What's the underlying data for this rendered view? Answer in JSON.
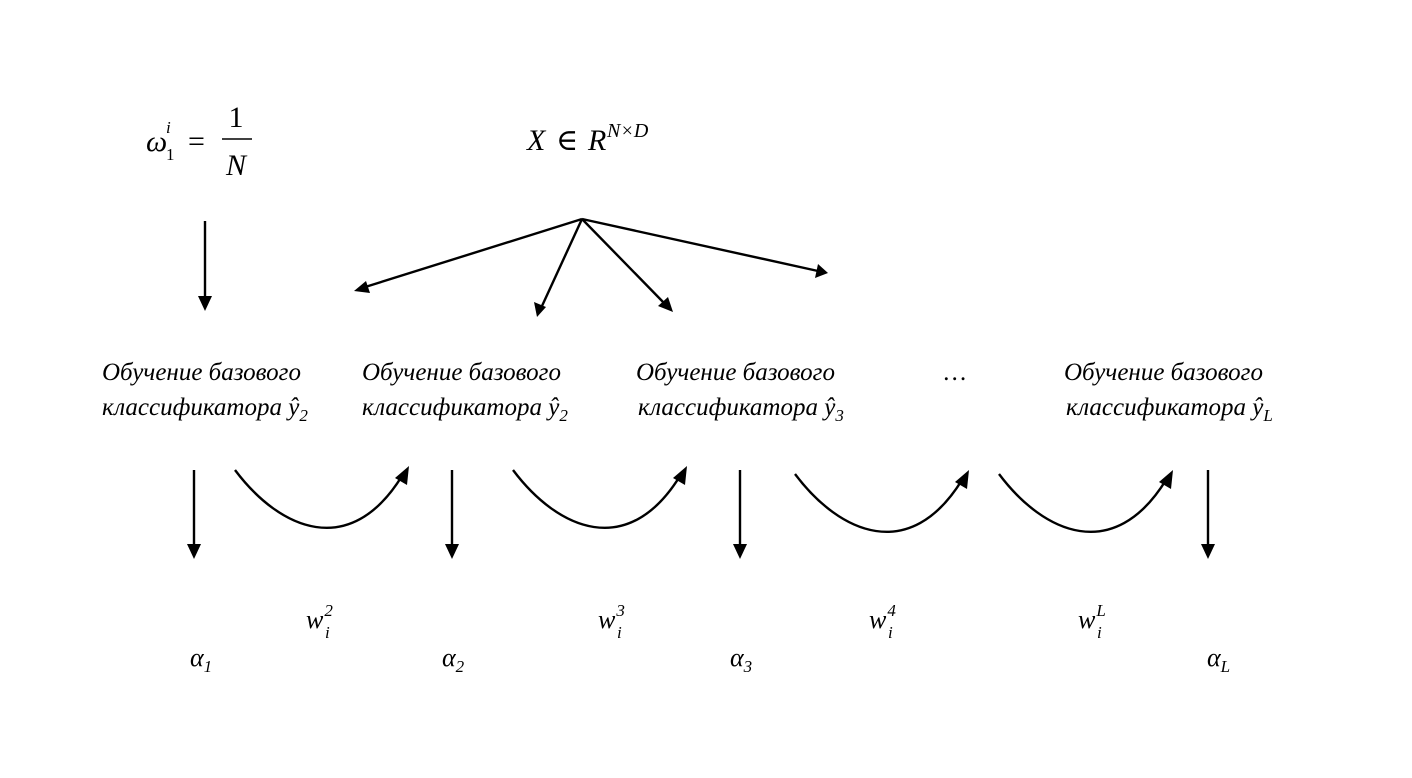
{
  "init_weight": {
    "symbol": "ω",
    "sub": "1",
    "sup": "i",
    "eq": "=",
    "numerator": "1",
    "denominator": "N"
  },
  "input_data": {
    "var": "X",
    "rel": "∈",
    "space": "R",
    "sup": "N×D"
  },
  "blocks": [
    {
      "line1": "Обучение базового",
      "line2": "классификатора",
      "hat": "ŷ",
      "sub": "2"
    },
    {
      "line1": "Обучение базового",
      "line2": "классификатора",
      "hat": "ŷ",
      "sub": "2"
    },
    {
      "line1": "Обучение базового",
      "line2": "классификатора",
      "hat": "ŷ",
      "sub": "3"
    },
    {
      "line1": "Обучение базового",
      "line2": "классификатора",
      "hat": "ŷ",
      "sub": "L"
    }
  ],
  "ellipsis": "…",
  "weights": [
    {
      "base": "w",
      "sub": "i",
      "sup": "2"
    },
    {
      "base": "w",
      "sub": "i",
      "sup": "3"
    },
    {
      "base": "w",
      "sub": "i",
      "sup": "4"
    },
    {
      "base": "w",
      "sub": "i",
      "sup": "L"
    }
  ],
  "alphas": [
    {
      "base": "α",
      "sub": "1"
    },
    {
      "base": "α",
      "sub": "2"
    },
    {
      "base": "α",
      "sub": "3"
    },
    {
      "base": "α",
      "sub": "L"
    }
  ]
}
